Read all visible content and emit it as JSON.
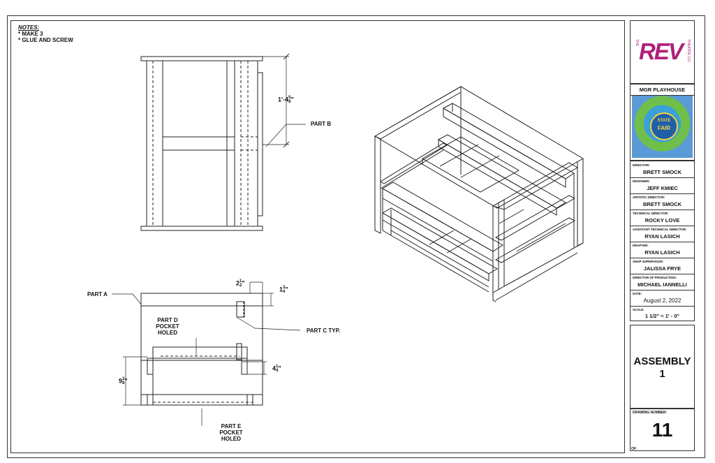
{
  "notes": {
    "heading": "NOTES:",
    "lines": [
      "* MAKE 3",
      "* GLUE AND SCREW"
    ]
  },
  "labels": {
    "part_a": "PART A",
    "part_b": "PART B",
    "part_c": "PART C TYP.",
    "part_d": [
      "PART D",
      "POCKET",
      "HOLED"
    ],
    "part_e": [
      "PART E",
      "POCKET",
      "HOLED"
    ]
  },
  "dimensions": {
    "height_side": "1'-4",
    "height_side_frac_num": "5",
    "height_side_frac_den": "8",
    "d1_whole": "2",
    "d1_num": "1",
    "d1_den": "2",
    "d2_whole": "1",
    "d2_num": "3",
    "d2_den": "4",
    "d3_whole": "4",
    "d3_num": "1",
    "d3_den": "4",
    "d4_whole": "9",
    "d4_num": "3",
    "d4_den": "8",
    "inch": "\""
  },
  "title_block": {
    "logo_text": "REV",
    "logo_the": "THE",
    "logo_co": "THEATRE CO.",
    "venue": "MGR PLAYHOUSE",
    "poster_line1": "STATE",
    "poster_line2": "FAIR",
    "credits": [
      {
        "label": "DIRECTOR:",
        "value": "BRETT SMOCK"
      },
      {
        "label": "DESIGNER:",
        "value": "JEFF KMIEC"
      },
      {
        "label": "ARTISTIC DIRECTOR:",
        "value": "BRETT SMOCK"
      },
      {
        "label": "TECHNICAL DIRECTOR:",
        "value": "ROCKY LOVE"
      },
      {
        "label": "ASSISTANT TECHNICAL DIRECTOR:",
        "value": "RYAN LASICH"
      },
      {
        "label": "DRAFTER:",
        "value": "RYAN LASICH"
      },
      {
        "label": "SHOP SUPERVISOR:",
        "value": "JALISSA FRYE"
      },
      {
        "label": "DIRECTOR OF PRODUCTION:",
        "value": "MICHAEL IANNELLI"
      },
      {
        "label": "DATE:",
        "value": "August 2, 2022"
      },
      {
        "label": "SCALE:",
        "value": "1 1/2\" = 1' - 0\""
      }
    ],
    "drawing_title_line1": "ASSEMBLY",
    "drawing_title_line2": "1",
    "drawing_number_label": "DRAWING NUMBER:",
    "drawing_number": "11",
    "of_label": "OF:"
  }
}
